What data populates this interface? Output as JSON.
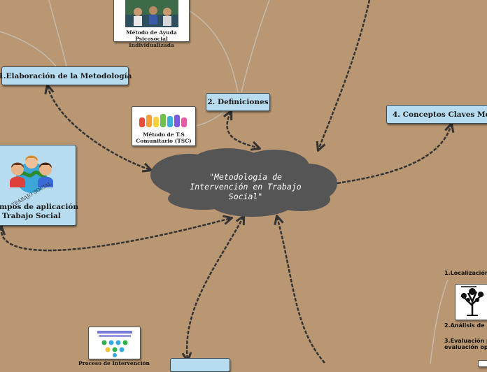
{
  "central_topic": {
    "line1": "\"Metodologia de",
    "line2": "Intervención en Trabajo",
    "line3": "Social\""
  },
  "topics": {
    "elaboracion": "1.Elaboración de la Metodología",
    "definiciones": "2. Definiciones",
    "conceptos": "4. Conceptos Claves Metod",
    "campos_line1": "mpos de aplicación",
    "campos_line2": "Trabajo Social"
  },
  "cards": {
    "ayuda_line1": "Método de Ayuda",
    "ayuda_line2": "Psicosocial Individualizada",
    "tsc_line1": "Método de T.S",
    "tsc_line2": "Comunitario (TSC)",
    "proceso": "Proceso de Intervención",
    "logo_text": "TRABAJO SOCIAL"
  },
  "side_items": {
    "localizacion": "1.Localización",
    "analisis": "2.Análisis de la",
    "evaluacion_line1": "3.Evaluación p",
    "evaluacion_line2": "evaluación ope"
  },
  "colors": {
    "background": "#b99772",
    "topic_fill": "#b8dcef",
    "cloud_fill": "#555555",
    "link": "#3a3a3a"
  }
}
